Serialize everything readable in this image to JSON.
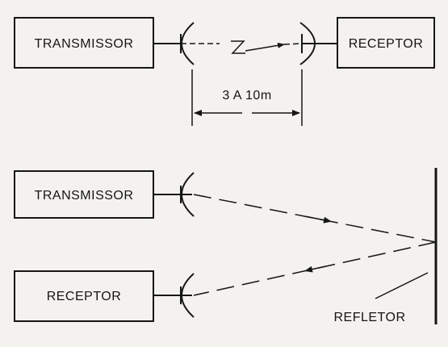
{
  "top": {
    "transmitter_label": "TRANSMISSOR",
    "receiver_label": "RECEPTOR",
    "distance_label": "3 A 10m"
  },
  "bottom": {
    "transmitter_label": "TRANSMISSOR",
    "receiver_label": "RECEPTOR",
    "reflector_label": "REFLETOR"
  },
  "colors": {
    "background": "#f4f2ef",
    "ink": "#161616"
  }
}
